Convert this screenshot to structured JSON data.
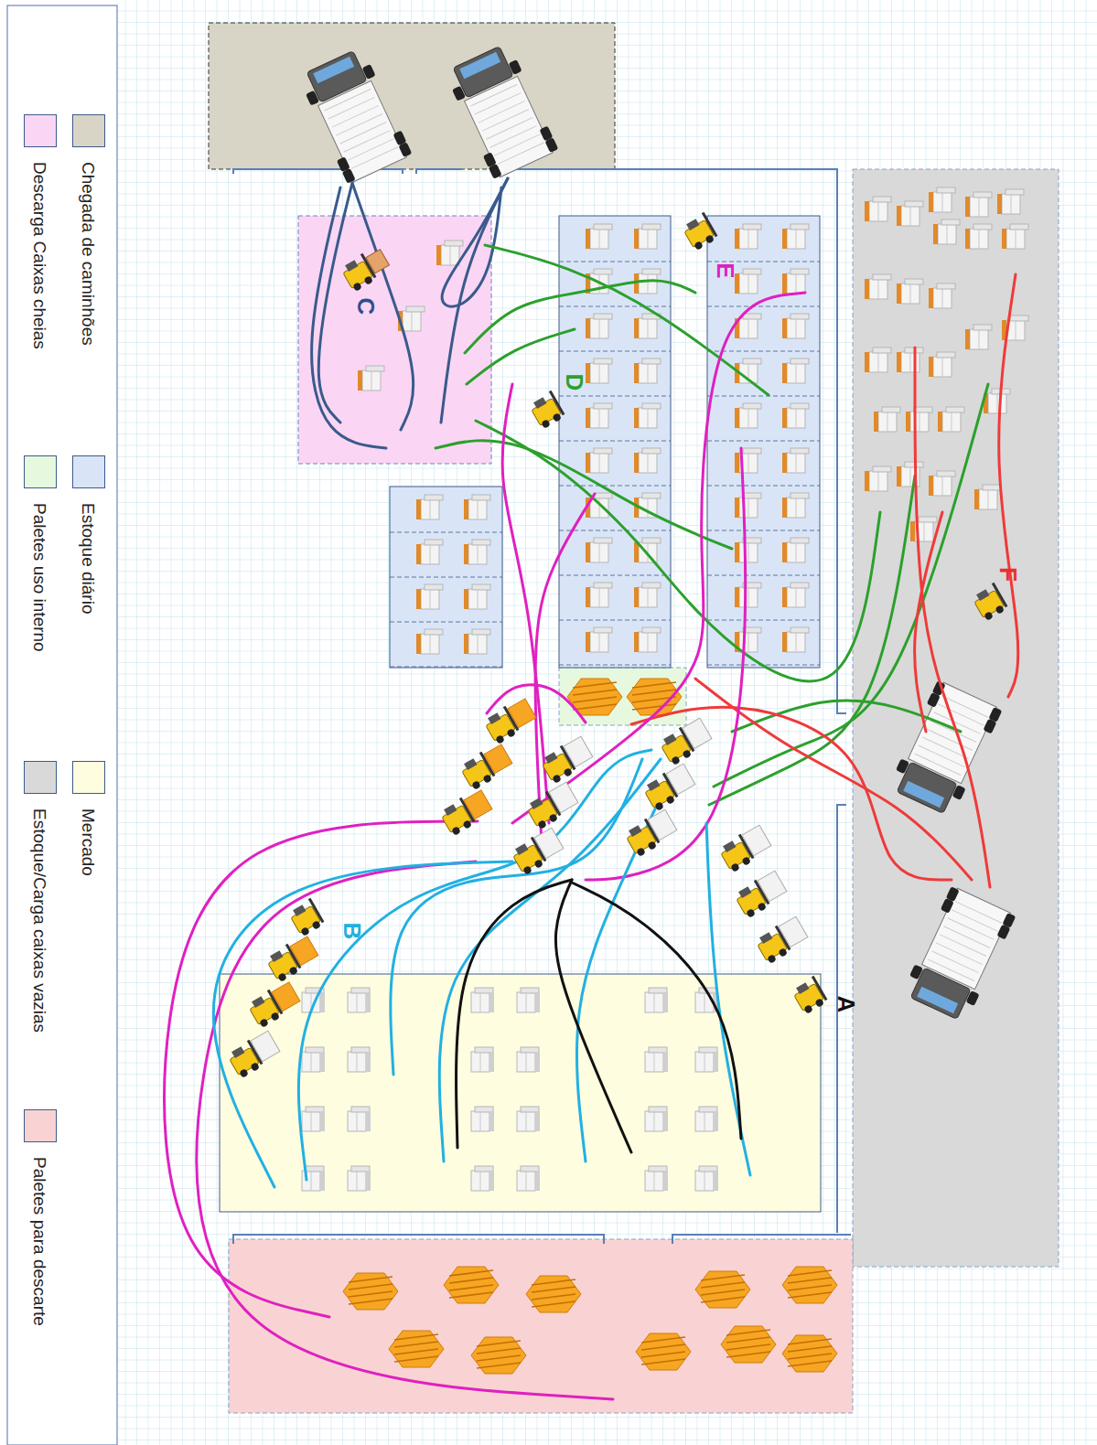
{
  "diagram": {
    "labels": [
      "E",
      "C",
      "D",
      "F",
      "B",
      "A"
    ],
    "legend": [
      {
        "text": "Chegada de caminhões",
        "color": "#d9d5c6"
      },
      {
        "text": "Descarga Caixas cheias",
        "color": "#fad6f4"
      },
      {
        "text": "Estoque diário",
        "color": "#d9e5f7"
      },
      {
        "text": "Paletes uso interno",
        "color": "#e6f9df"
      },
      {
        "text": "Mercado",
        "color": "#fefde0"
      },
      {
        "text": "Estoque/Carga caixas vazias",
        "color": "#d9d9d9"
      },
      {
        "text": "Paletes para descarte",
        "color": "#f9d3d3"
      }
    ]
  }
}
